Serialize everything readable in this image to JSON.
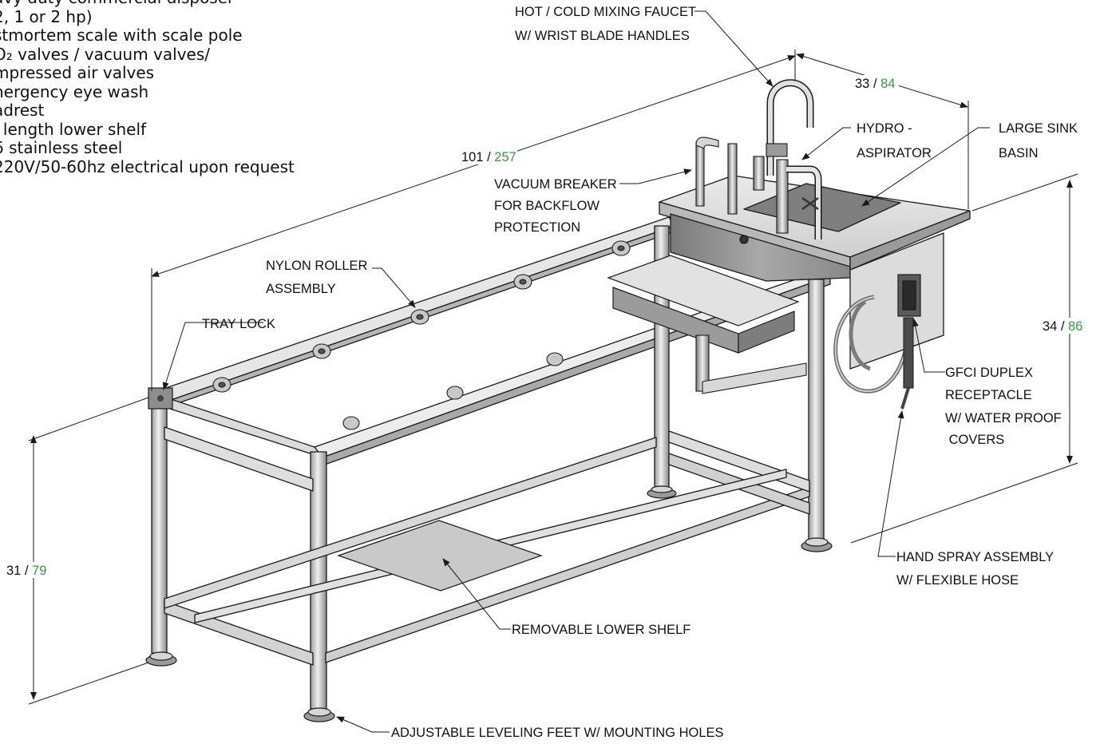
{
  "spec_list": [
    "avy duty commercial disposer",
    "2, 1 or 2 hp)",
    "stmortem scale with scale pole",
    "O₂ valves / vacuum valves/",
    "mpressed air valves",
    "nergency eye wash",
    "adrest",
    "l length lower shelf",
    "6 stainless steel",
    "220V/50-60hz electrical upon request"
  ],
  "callouts": {
    "faucet_line1": "HOT / COLD MIXING FAUCET",
    "faucet_line2": "W/ WRIST BLADE HANDLES",
    "hydro_line1": "HYDRO -",
    "hydro_line2": "ASPIRATOR",
    "sink_line1": "LARGE SINK",
    "sink_line2": "BASIN",
    "vacuum_line1": "VACUUM BREAKER",
    "vacuum_line2": "FOR BACKFLOW",
    "vacuum_line3": "PROTECTION",
    "nylon_line1": "NYLON ROLLER",
    "nylon_line2": "ASSEMBLY",
    "tray_lock": "TRAY LOCK",
    "gfci_line1": "GFCI DUPLEX",
    "gfci_line2": "RECEPTACLE",
    "gfci_line3": "W/ WATER PROOF",
    "gfci_line4": " COVERS",
    "spray_line1": "HAND SPRAY ASSEMBLY",
    "spray_line2": "W/ FLEXIBLE HOSE",
    "shelf": "REMOVABLE LOWER SHELF",
    "feet": "ADJUSTABLE LEVELING FEET W/ MOUNTING HOLES"
  },
  "dimensions": {
    "length_in": "101",
    "length_cm": "257",
    "length_sep": " / ",
    "width_in": "33",
    "width_cm": "84",
    "width_sep": " / ",
    "height_in": "34",
    "height_cm": "86",
    "height_sep": " / ",
    "shelf_in": "31",
    "shelf_cm": "79",
    "shelf_sep": " / "
  },
  "colors": {
    "metric": "#3a9a3a",
    "line": "#1a1a1a",
    "steel_light": "#e4e4e4",
    "steel_mid": "#c2c2c2",
    "steel_dark": "#8d8d8d",
    "shelf": "#c8c8c8"
  }
}
